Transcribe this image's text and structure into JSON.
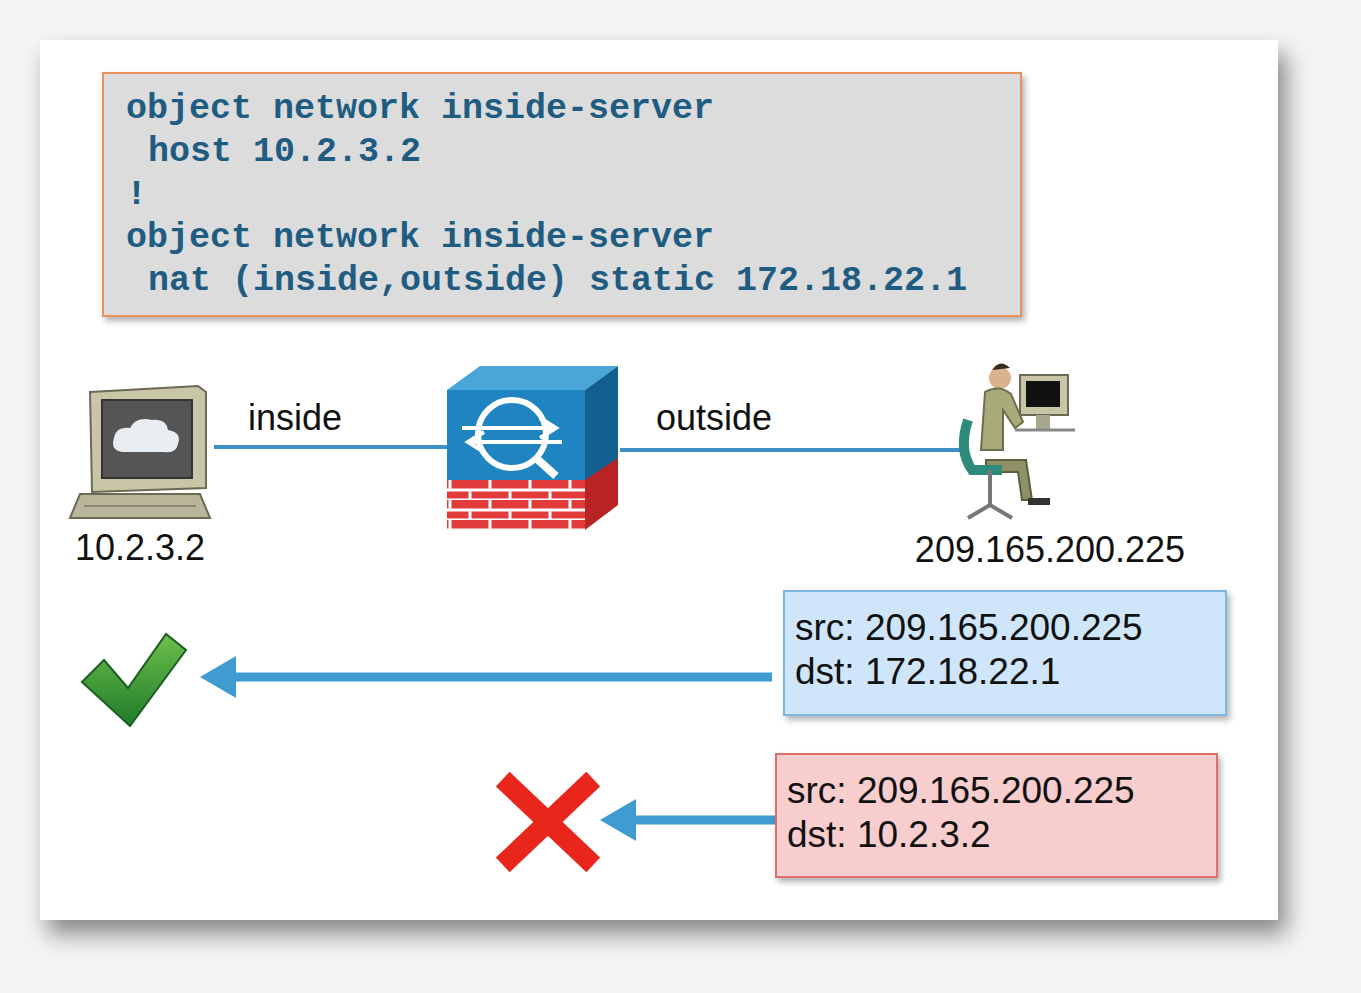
{
  "diagram": {
    "nodes": [
      {
        "text": [
          "object network inside-server",
          "host 10.2.3.2",
          "!",
          "object network inside-server",
          "nat (inside,outside) static 172.18.22.1"
        ]
      },
      {
        "text": [
          "src: 209.165.200.225",
          "dst: 172.18.22.1"
        ]
      },
      {
        "text": [
          "src: 209.165.200.225",
          "dst: 10.2.3.2"
        ]
      }
    ],
    "labels": [
      "inside",
      "outside",
      "10.2.3.2",
      "209.165.200.225"
    ]
  }
}
